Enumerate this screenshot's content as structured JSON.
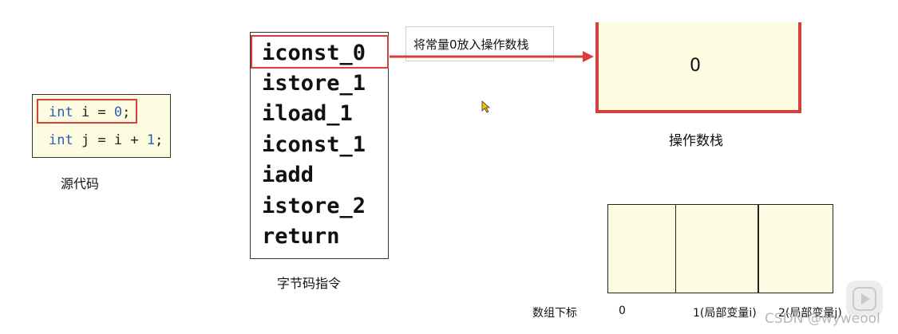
{
  "source": {
    "line1": {
      "kw": "int",
      "mid": " i = ",
      "num": "0",
      "end": ";"
    },
    "line2": {
      "kw": "int",
      "mid": " j = i + ",
      "num": "1",
      "end": ";"
    },
    "label": "源代码"
  },
  "bytecode": {
    "instructions": [
      "iconst_0",
      "istore_1",
      "iload_1",
      "iconst_1",
      "iadd",
      "istore_2",
      "return"
    ],
    "label": "字节码指令"
  },
  "callout": {
    "text": "将常量0放入操作数栈"
  },
  "operand_stack": {
    "value": "0",
    "label": "操作数栈"
  },
  "local_vars": {
    "index_title": "数组下标",
    "indices": [
      "0",
      "1(局部变量i)",
      "2(局部变量j)"
    ]
  },
  "watermark": {
    "text": "CSDN @wyweool"
  },
  "colors": {
    "highlight": "#d73f3f",
    "box_fill": "#fdfbe0",
    "keyword": "#2c5db8"
  }
}
